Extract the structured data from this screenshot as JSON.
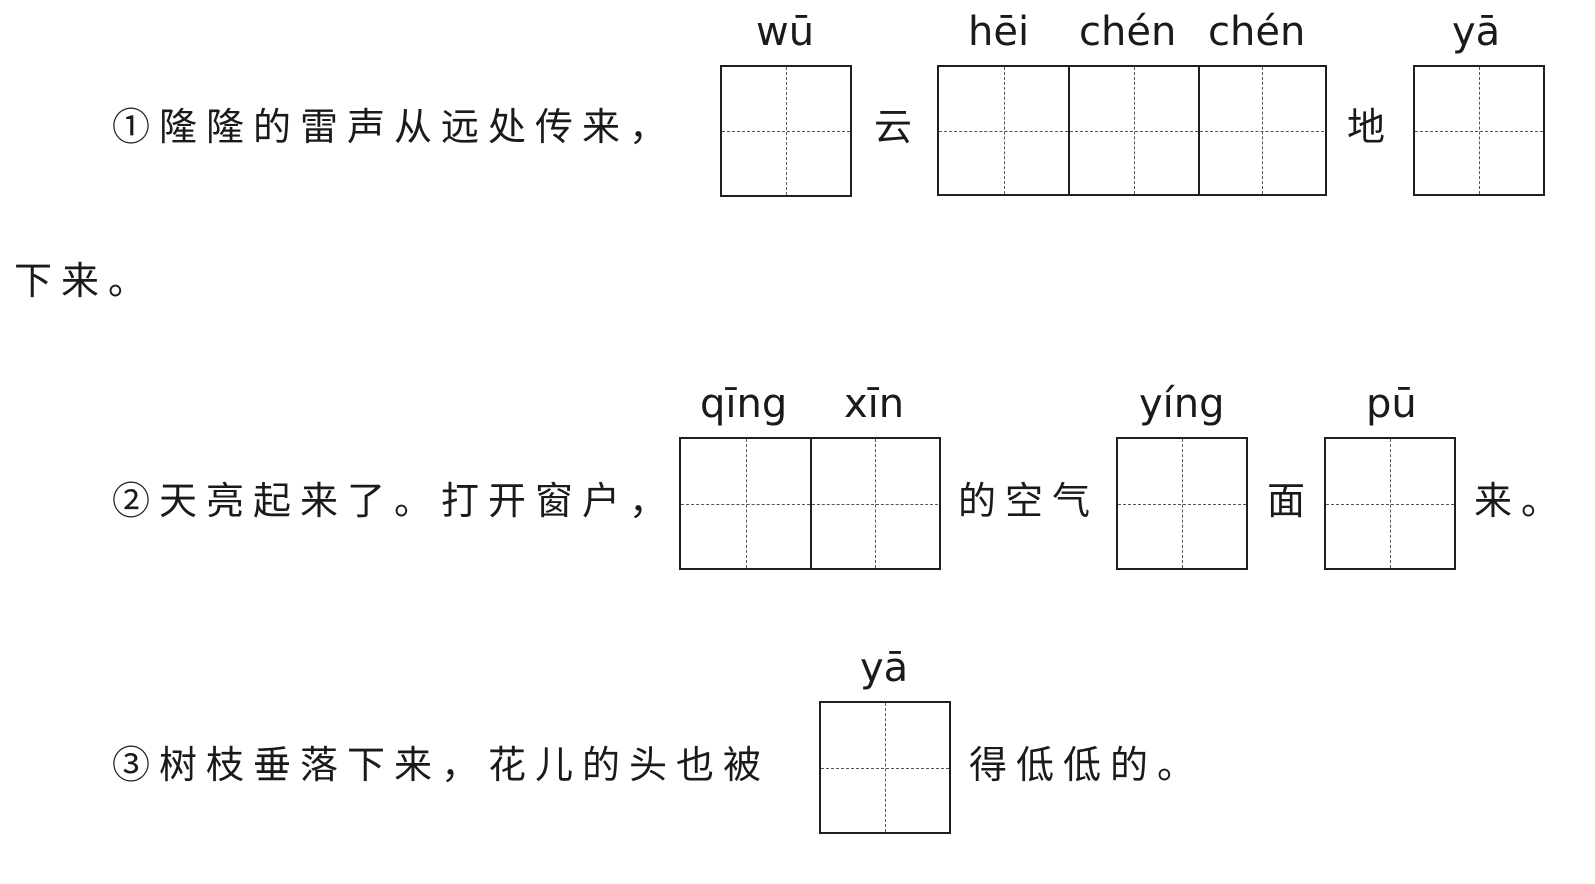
{
  "q1": {
    "prefix": "①隆隆的雷声从远处传来，",
    "mid1": "云",
    "mid2": "地",
    "cont": "下来。",
    "py_wu": "wū",
    "py_hei": "hēi",
    "py_chen1": "chén",
    "py_chen2": "chén",
    "py_ya": "yā"
  },
  "q2": {
    "prefix": "②天亮起来了。打开窗户，",
    "mid1": "的空气",
    "mid2": "面",
    "end": "来。",
    "py_qing": "qīng",
    "py_xin": "xīn",
    "py_ying": "yíng",
    "py_pu": "pū"
  },
  "q3": {
    "prefix": "③树枝垂落下来，花儿的头也被",
    "end": "得低低的。",
    "py_ya": "yā"
  }
}
